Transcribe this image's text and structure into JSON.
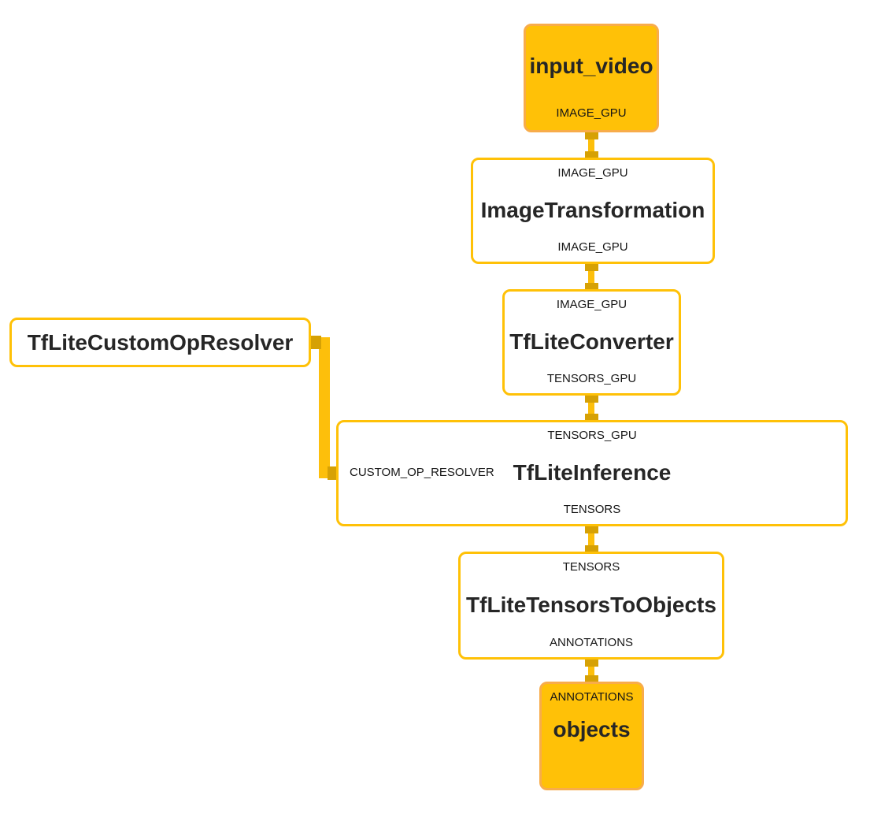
{
  "graph": {
    "nodes": {
      "input_video": {
        "title": "input_video",
        "output_stream": "IMAGE_GPU"
      },
      "image_transformation": {
        "input_stream": "IMAGE_GPU",
        "title": "ImageTransformation",
        "output_stream": "IMAGE_GPU"
      },
      "tflite_converter": {
        "input_stream": "IMAGE_GPU",
        "title": "TfLiteConverter",
        "output_stream": "TENSORS_GPU"
      },
      "tflite_custom_op_resolver": {
        "title": "TfLiteCustomOpResolver"
      },
      "tflite_inference": {
        "input_stream": "TENSORS_GPU",
        "side_input": "CUSTOM_OP_RESOLVER",
        "title": "TfLiteInference",
        "output_stream": "TENSORS"
      },
      "tflite_tensors_to_objects": {
        "input_stream": "TENSORS",
        "title": "TfLiteTensorsToObjects",
        "output_stream": "ANNOTATIONS"
      },
      "objects": {
        "input_stream": "ANNOTATIONS",
        "title": "objects"
      }
    },
    "edges": [
      {
        "from": "input_video",
        "to": "ImageTransformation",
        "stream": "IMAGE_GPU"
      },
      {
        "from": "ImageTransformation",
        "to": "TfLiteConverter",
        "stream": "IMAGE_GPU"
      },
      {
        "from": "TfLiteConverter",
        "to": "TfLiteInference",
        "stream": "TENSORS_GPU"
      },
      {
        "from": "TfLiteCustomOpResolver",
        "to": "TfLiteInference",
        "stream": "CUSTOM_OP_RESOLVER"
      },
      {
        "from": "TfLiteInference",
        "to": "TfLiteTensorsToObjects",
        "stream": "TENSORS"
      },
      {
        "from": "TfLiteTensorsToObjects",
        "to": "objects",
        "stream": "ANNOTATIONS"
      }
    ],
    "colors": {
      "terminal_node_fill": "#FFC107",
      "terminal_node_border": "#F8AC4A",
      "calculator_node_border": "#FFC107",
      "edge": "#FDBF0B",
      "port": "#D6A105",
      "title_text": "#262626",
      "label_text": "#161616",
      "background": "#FFFFFF"
    }
  }
}
